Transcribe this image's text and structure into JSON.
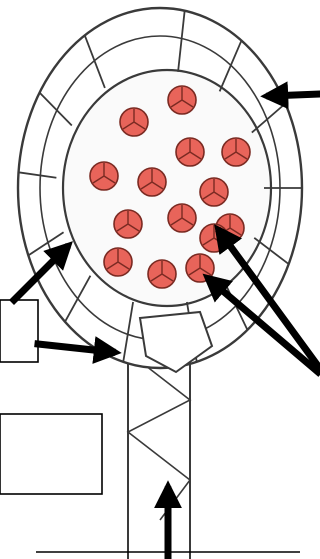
{
  "diagram": {
    "colors": {
      "outline": "#3a3a3a",
      "cell_fill": "#ffffff",
      "core_fill": "#fafafa",
      "spore_fill": "#e8645a",
      "spore_line": "#7a2a22",
      "arrow": "#000000"
    },
    "parts": [
      {
        "name": "sporangium-wall-outer-layer",
        "label": ""
      },
      {
        "name": "sporangium-wall-inner-layer",
        "label": ""
      },
      {
        "name": "spore-tetrads",
        "label": ""
      },
      {
        "name": "stalk",
        "label": ""
      }
    ],
    "label_boxes": [
      {
        "name": "label-box-left-upper",
        "text": ""
      },
      {
        "name": "label-box-left-lower",
        "text": ""
      }
    ],
    "spore_tetrad_count": 14
  }
}
